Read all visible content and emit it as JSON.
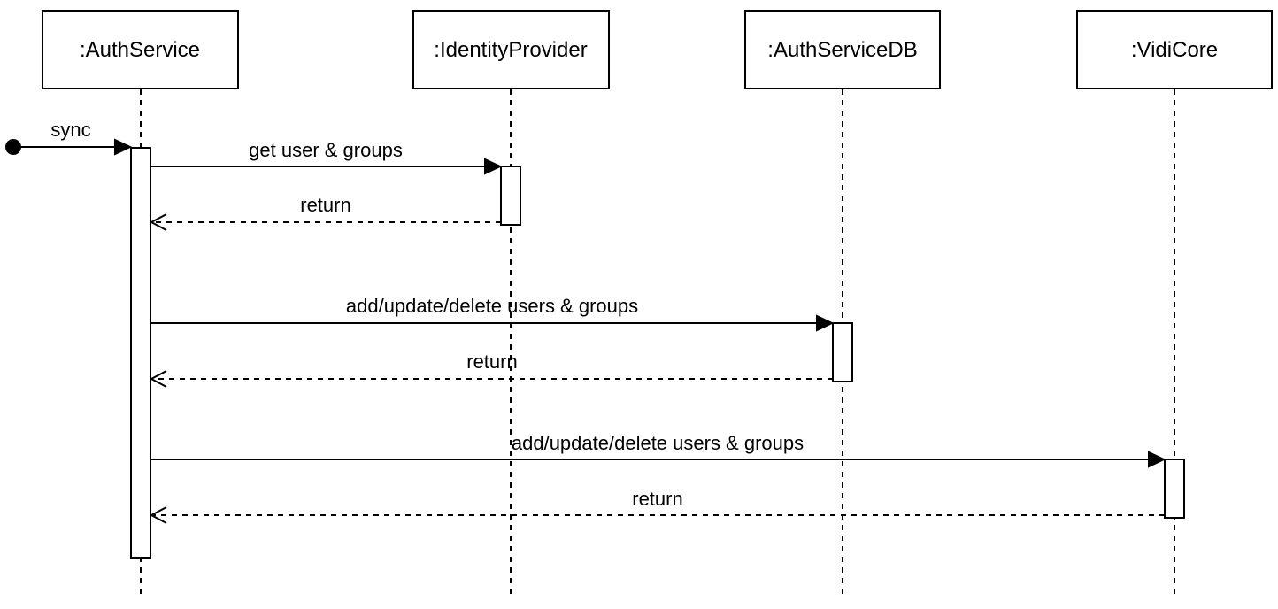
{
  "participants": [
    {
      "id": "p0",
      "label": ":AuthService"
    },
    {
      "id": "p1",
      "label": ":IdentityProvider"
    },
    {
      "id": "p2",
      "label": ":AuthServiceDB"
    },
    {
      "id": "p3",
      "label": ":VidiCore"
    }
  ],
  "messages": [
    {
      "id": "m0",
      "label": "sync",
      "from": "start",
      "to": "p0",
      "kind": "sync"
    },
    {
      "id": "m1",
      "label": "get user & groups",
      "from": "p0",
      "to": "p1",
      "kind": "sync"
    },
    {
      "id": "m2",
      "label": "return",
      "from": "p1",
      "to": "p0",
      "kind": "return"
    },
    {
      "id": "m3",
      "label": "add/update/delete users & groups",
      "from": "p0",
      "to": "p2",
      "kind": "sync"
    },
    {
      "id": "m4",
      "label": "return",
      "from": "p2",
      "to": "p0",
      "kind": "return"
    },
    {
      "id": "m5",
      "label": "add/update/delete users & groups",
      "from": "p0",
      "to": "p3",
      "kind": "sync"
    },
    {
      "id": "m6",
      "label": "return",
      "from": "p3",
      "to": "p0",
      "kind": "return"
    }
  ]
}
